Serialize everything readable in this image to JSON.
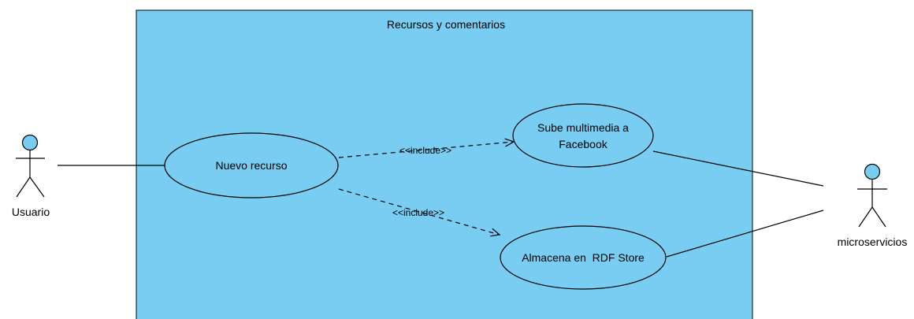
{
  "system": {
    "title": "Recursos y comentarios",
    "fill_color": "#79CCF2"
  },
  "actors": [
    {
      "id": "usuario",
      "label": "Usuario"
    },
    {
      "id": "microservicios",
      "label": "microservicios"
    }
  ],
  "use_cases": [
    {
      "id": "nuevo-recurso",
      "lines": [
        "Nuevo recurso"
      ]
    },
    {
      "id": "sube-multimedia",
      "lines": [
        "Sube multimedia a",
        "Facebook"
      ]
    },
    {
      "id": "almacena-rdf",
      "lines": [
        "Almacena en  RDF Store"
      ]
    }
  ],
  "relations": [
    {
      "type": "include",
      "label": "<<include>>",
      "from": "nuevo-recurso",
      "to": "sube-multimedia"
    },
    {
      "type": "include",
      "label": "<<include>>",
      "from": "nuevo-recurso",
      "to": "almacena-rdf"
    }
  ],
  "actor_color": "#79CCF2"
}
